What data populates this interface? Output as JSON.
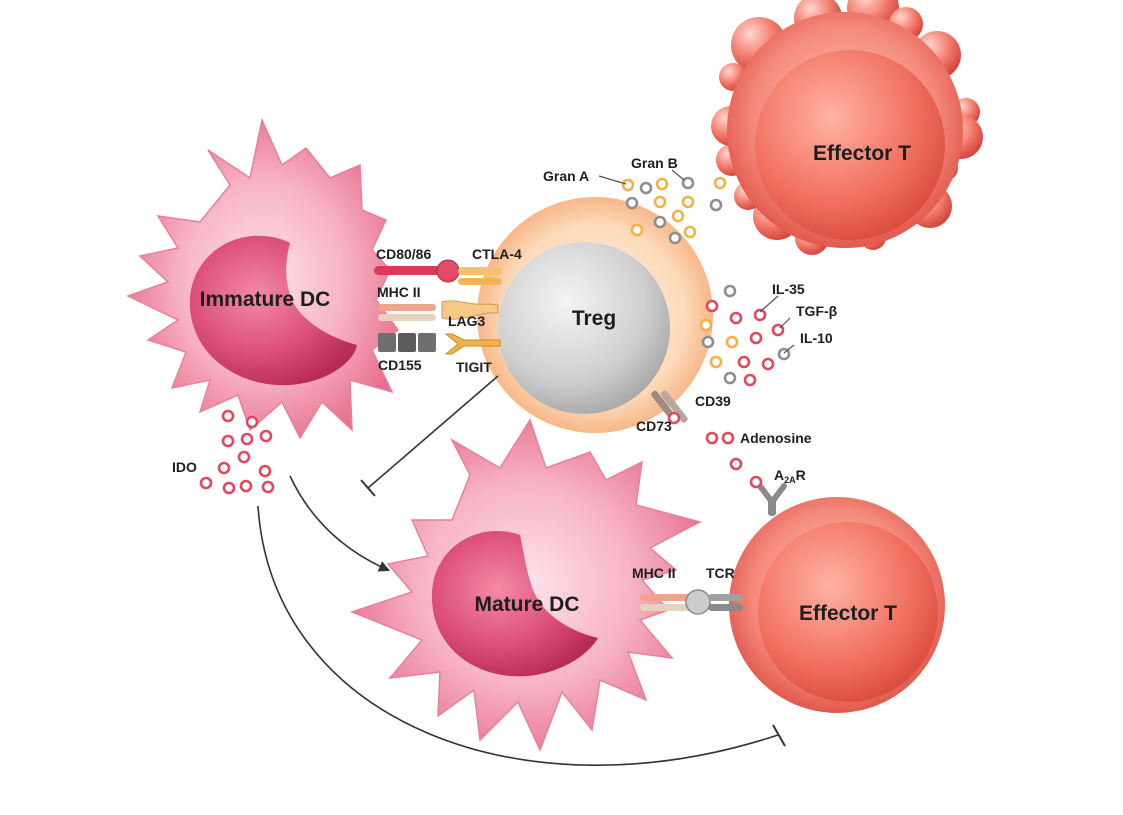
{
  "cells": {
    "immature_dc": "Immature DC",
    "treg": "Treg",
    "effector_t_top": "Effector T",
    "mature_dc": "Mature DC",
    "effector_t_bottom": "Effector T"
  },
  "molecules": {
    "cd80_86": "CD80/86",
    "ctla4": "CTLA-4",
    "mhc2_left": "MHC II",
    "lag3": "LAG3",
    "cd155": "CD155",
    "tigit": "TIGIT",
    "gran_a": "Gran A",
    "gran_b": "Gran B",
    "il35": "IL-35",
    "tgfb": "TGF-β",
    "il10": "IL-10",
    "cd39": "CD39",
    "cd73": "CD73",
    "adenosine": "Adenosine",
    "a2ar_main": "A",
    "a2ar_sub": "2A",
    "a2ar_tail": "R",
    "ido": "IDO",
    "mhc2_bottom": "MHC II",
    "tcr": "TCR"
  },
  "colors": {
    "dc_fill": "#f59bb2",
    "dc_nucleus": "#d9456f",
    "treg_outer": "#fbd3b0",
    "treg_nucleus": "#c9c9c9",
    "effector_fill": "#f0786c",
    "dot_red": "#e0485e",
    "dot_gray": "#8e8e8e",
    "dot_orange": "#f2b04a",
    "line": "#333333"
  }
}
